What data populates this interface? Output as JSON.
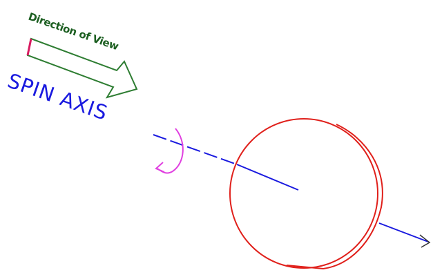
{
  "labels": {
    "direction_of_view": "Direction of View",
    "spin_axis": "SPIN AXIS"
  },
  "colors": {
    "background": "#ffffff",
    "direction_label": "#1b5e20",
    "arrow_outline": "#2e7d32",
    "arrow_tail_accent": "#d81b60",
    "spin_axis": "#1a1adf",
    "sphere": "#e0201b",
    "rotation_arrow": "#e040e0",
    "axis_arrowhead": "#333333"
  },
  "icons": {
    "view_arrow": "hollow-right-arrow",
    "rotation": "curved-rotation-arrow",
    "axis_end": "open-arrowhead"
  }
}
